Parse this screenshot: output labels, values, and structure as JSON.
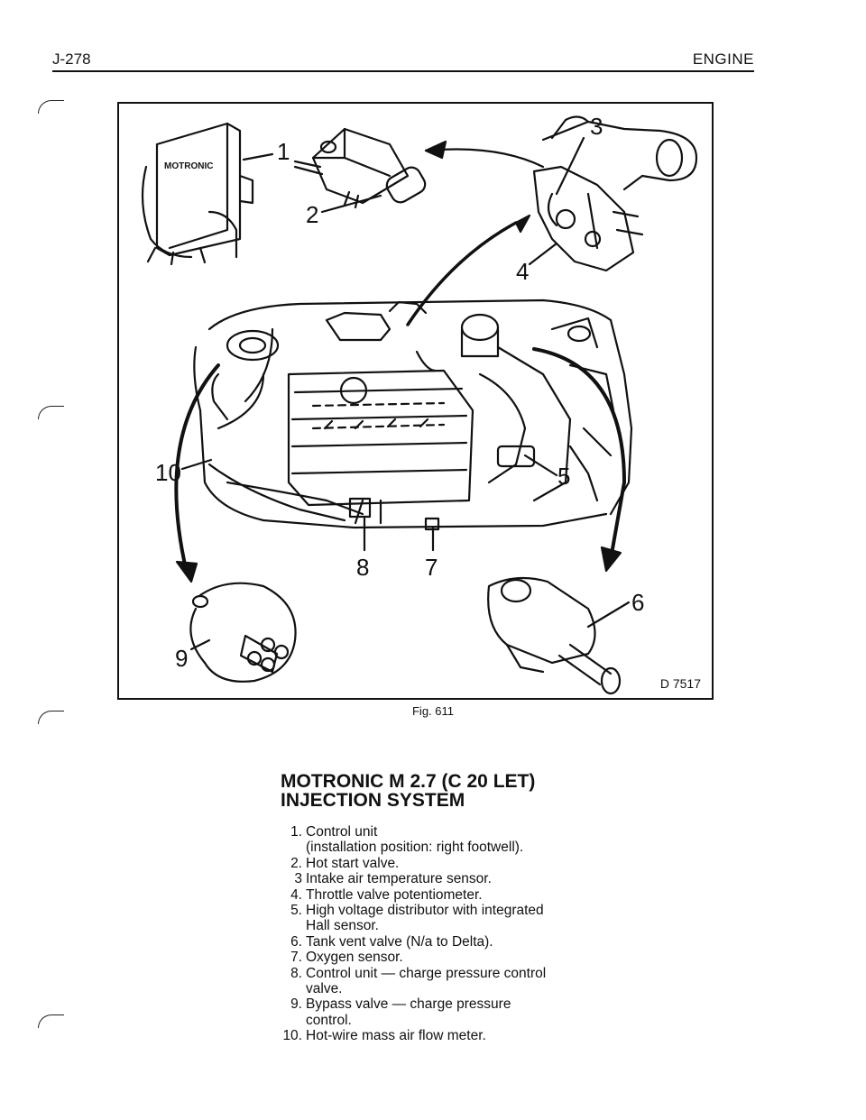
{
  "header": {
    "page_number": "J-278",
    "section": "ENGINE"
  },
  "figure": {
    "code": "D 7517",
    "caption": "Fig. 611",
    "callouts": [
      "1",
      "2",
      "3",
      "4",
      "5",
      "6",
      "7",
      "8",
      "9",
      "10"
    ],
    "control_unit_text": "MOTRONIC"
  },
  "title": {
    "line1": "MOTRONIC M 2.7 (C 20 LET)",
    "line2": "INJECTION SYSTEM"
  },
  "parts": [
    {
      "num": "1.",
      "text": "Control unit",
      "text2": "(installation position: right footwell)."
    },
    {
      "num": "2.",
      "text": "Hot start valve."
    },
    {
      "num": "3",
      "text": "Intake air temperature sensor."
    },
    {
      "num": "4.",
      "text": "Throttle valve potentiometer."
    },
    {
      "num": "5.",
      "text": "High voltage distributor with integrated",
      "text2": "Hall sensor."
    },
    {
      "num": "6.",
      "text": "Tank vent valve (N/a to Delta)."
    },
    {
      "num": "7.",
      "text": "Oxygen sensor."
    },
    {
      "num": "8.",
      "text": "Control unit — charge pressure control",
      "text2": "valve."
    },
    {
      "num": "9.",
      "text": "Bypass valve — charge pressure",
      "text2": "control."
    },
    {
      "num": "10.",
      "text": "Hot-wire mass air flow meter."
    }
  ]
}
